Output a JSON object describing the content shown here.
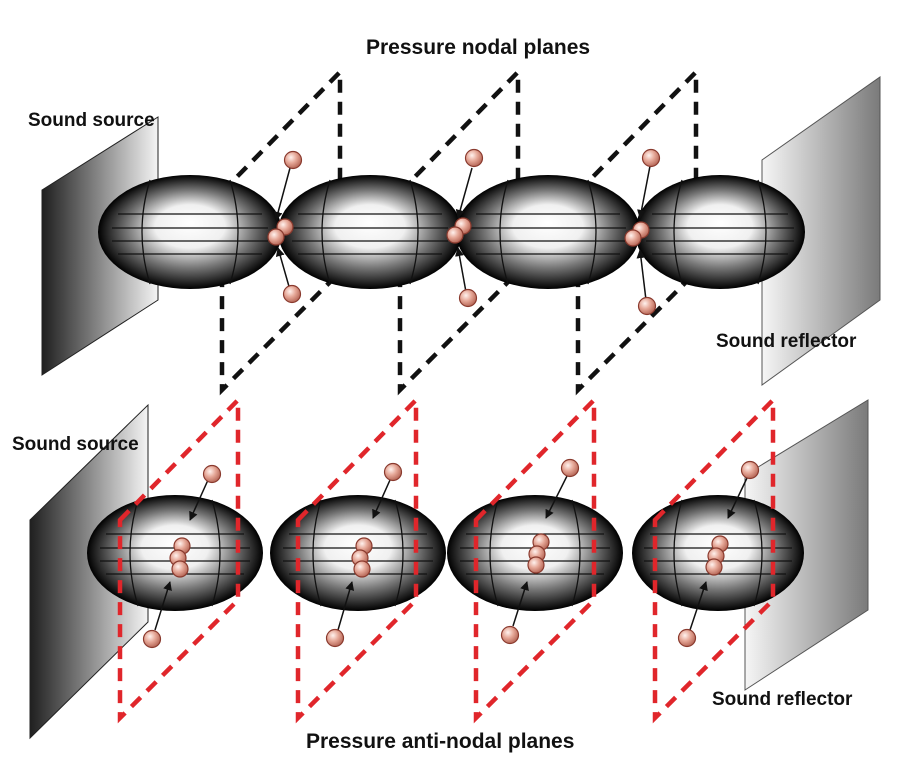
{
  "labels": {
    "top_title": "Pressure nodal planes",
    "bottom_title": "Pressure anti-nodal planes",
    "top_source": "Sound source",
    "top_reflector": "Sound reflector",
    "bottom_source": "Sound source",
    "bottom_reflector": "Sound reflector"
  },
  "colors": {
    "nodal_planes": "#111111",
    "antinodal_planes": "#e0262b",
    "particle_fill": "#e6a898",
    "particle_edge": "#8a3a2e",
    "lobe_dark": "#000000",
    "lobe_light": "#ffffff",
    "plate_dark": "#2a2a2a",
    "plate_light": "#f2f2f2"
  },
  "standing_wave": {
    "top_panel": {
      "plane_type": "pressure nodal",
      "lobe_count": 4,
      "particle_clusters": 3
    },
    "bottom_panel": {
      "plane_type": "pressure anti-nodal",
      "lobe_count": 4,
      "particle_clusters": 4
    }
  }
}
